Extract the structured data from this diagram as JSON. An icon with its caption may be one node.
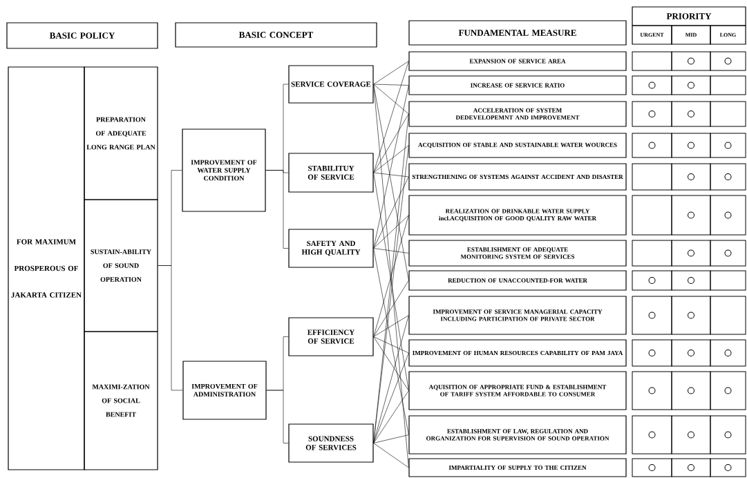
{
  "diagram": {
    "nodes": [
      {
        "text": [
          "BASIC POLICY"
        ]
      },
      {
        "text": [
          "BASIC CONCEPT"
        ]
      },
      {
        "text": [
          "FUNDAMENTAL MEASURE"
        ]
      },
      {
        "text": [
          "PRIORITY"
        ]
      },
      {
        "text": [
          "URGENT"
        ]
      },
      {
        "text": [
          "MID"
        ]
      },
      {
        "text": [
          "LONG"
        ]
      },
      {
        "text": [
          "FOR MAXIMUM PROSPEROUS OF JAKARTA CITIZEN"
        ]
      },
      {
        "text": [
          "PREPARATION OF ADEQUATE LONG RANGE PLAN"
        ]
      },
      {
        "text": [
          "SUSTAIN-ABILITY OF SOUND OPERATION"
        ]
      },
      {
        "text": [
          "MAXIMI-ZATION OF SOCIAL BENEFIT"
        ]
      },
      {
        "text": [
          "IMPROVEMENT OF WATER SUPPLY CONDITION"
        ]
      },
      {
        "text": [
          "IMPROVEMENT OF ADMINISTRATION"
        ]
      },
      {
        "text": [
          "SERVICE COVERAGE"
        ]
      },
      {
        "text": [
          "STABILITUY OF SERVICE"
        ]
      },
      {
        "text": [
          "SAFETY AND HIGH QUALITY"
        ]
      },
      {
        "text": [
          "EFFICIENCY OF SERVICE"
        ]
      },
      {
        "text": [
          "SOUNDNESS OF SERVICES"
        ]
      },
      {
        "text": [
          "EXPANSION OF SERVICE AREA"
        ]
      },
      {
        "text": [
          "INCREASE OF SERVICE RATIO"
        ]
      },
      {
        "text": [
          "ACCELERATION OF SYSTEM DEDEVELOPEMNT AND IMPROVEMENT"
        ]
      },
      {
        "text": [
          "ACQUISITION OF STABLE AND SUSTAINABLE WATER WOURCES"
        ]
      },
      {
        "text": [
          "STRENGTHENING OF SYSTEMS AGAINST ACCIDENT AND DISASTER"
        ]
      },
      {
        "text": [
          "REALIZATION OF DRINKABLE WATER SUPPLY incl.ACQUISITION OF GOOD QUALITY RAW WATER"
        ]
      },
      {
        "text": [
          "ESTABLISHMENT OF ADEQUATE MONITORING SYSTEM OF SERVICES"
        ]
      },
      {
        "text": [
          "REDUCTION OF UNACCOUNTED-FOR WATER"
        ]
      },
      {
        "text": [
          "IMPROVEMENT OF SERVICE MANAGERIAL CAPACITY INCLUDING PARTICIPATION OF PRIVATE SECTOR"
        ]
      },
      {
        "text": [
          "IMPROVEMENT OF HUMAN RESOURCES CAPABILITY OF PAM JAYA"
        ]
      },
      {
        "text": [
          "AQUISITION OF APPROPRIATE FUND & ESTABLISHMENT OF TARIFF SYSTEM AFFORDABLE TO CONSUMER"
        ]
      },
      {
        "text": [
          "ESTABLISHMENT OF LAW, REGULATION AND ORGANIZATION FOR SUPERVISION OF SOUND OPERATION"
        ]
      },
      {
        "text": [
          "IMPARTIALITY OF SUPPLY TO THE CITIZEN"
        ]
      },
      {
        "text": [],
        "shape": "circle"
      },
      {
        "text": [],
        "shape": "circle"
      },
      {
        "text": [],
        "shape": "circle"
      },
      {
        "text": [],
        "shape": "circle"
      },
      {
        "text": [],
        "shape": "circle"
      },
      {
        "text": [],
        "shape": "circle"
      },
      {
        "text": [],
        "shape": "circle"
      },
      {
        "text": [],
        "shape": "circle"
      },
      {
        "text": [],
        "shape": "circle"
      },
      {
        "text": [],
        "shape": "circle"
      },
      {
        "text": [],
        "shape": "circle"
      },
      {
        "text": [],
        "shape": "circle"
      },
      {
        "text": [],
        "shape": "circle"
      },
      {
        "text": [],
        "shape": "circle"
      },
      {
        "text": [],
        "shape": "circle"
      },
      {
        "text": [],
        "shape": "circle"
      },
      {
        "text": [],
        "shape": "circle"
      },
      {
        "text": [],
        "shape": "circle"
      },
      {
        "text": [],
        "shape": "circle"
      },
      {
        "text": [],
        "shape": "circle"
      },
      {
        "text": [],
        "shape": "circle"
      },
      {
        "text": [],
        "shape": "circle"
      },
      {
        "text": [],
        "shape": "circle"
      },
      {
        "text": [],
        "shape": "circle"
      },
      {
        "text": [],
        "shape": "circle"
      },
      {
        "text": [],
        "shape": "circle"
      },
      {
        "text": [],
        "shape": "circle"
      },
      {
        "text": [],
        "shape": "circle"
      },
      {
        "text": [],
        "shape": "circle"
      },
      {
        "text": [],
        "shape": "circle"
      },
      {
        "text": [],
        "shape": "circle"
      }
    ],
    "edges": [
      {
        "from": 9,
        "to": 11,
        "arrow": "none"
      },
      {
        "from": 9,
        "to": 12,
        "arrow": "none"
      },
      {
        "from": 11,
        "to": 13,
        "arrow": "none"
      },
      {
        "from": 11,
        "to": 14,
        "arrow": "none"
      },
      {
        "from": 11,
        "to": 15,
        "arrow": "none"
      },
      {
        "from": 12,
        "to": 16,
        "arrow": "none"
      },
      {
        "from": 12,
        "to": 17,
        "arrow": "none"
      },
      {
        "from": 13,
        "to": 18,
        "arrow": "none"
      },
      {
        "from": 13,
        "to": 19,
        "arrow": "none"
      },
      {
        "from": 13,
        "to": 20,
        "arrow": "none"
      },
      {
        "from": 13,
        "to": 25,
        "arrow": "none"
      },
      {
        "from": 13,
        "to": 30,
        "arrow": "none"
      },
      {
        "from": 14,
        "to": 18,
        "arrow": "none"
      },
      {
        "from": 14,
        "to": 20,
        "arrow": "none"
      },
      {
        "from": 14,
        "to": 21,
        "arrow": "none"
      },
      {
        "from": 14,
        "to": 22,
        "arrow": "none"
      },
      {
        "from": 14,
        "to": 28,
        "arrow": "none"
      },
      {
        "from": 15,
        "to": 19,
        "arrow": "none"
      },
      {
        "from": 15,
        "to": 22,
        "arrow": "none"
      },
      {
        "from": 15,
        "to": 23,
        "arrow": "none"
      },
      {
        "from": 15,
        "to": 24,
        "arrow": "none"
      },
      {
        "from": 15,
        "to": 29,
        "arrow": "none"
      },
      {
        "from": 16,
        "to": 23,
        "arrow": "none"
      },
      {
        "from": 16,
        "to": 25,
        "arrow": "none"
      },
      {
        "from": 16,
        "to": 26,
        "arrow": "none"
      },
      {
        "from": 16,
        "to": 27,
        "arrow": "none"
      },
      {
        "from": 16,
        "to": 28,
        "arrow": "none"
      },
      {
        "from": 17,
        "to": 20,
        "arrow": "none"
      },
      {
        "from": 17,
        "to": 21,
        "arrow": "none"
      },
      {
        "from": 17,
        "to": 26,
        "arrow": "none"
      },
      {
        "from": 17,
        "to": 27,
        "arrow": "none"
      },
      {
        "from": 17,
        "to": 28,
        "arrow": "none"
      },
      {
        "from": 17,
        "to": 29,
        "arrow": "none"
      },
      {
        "from": 17,
        "to": 30,
        "arrow": "none"
      }
    ]
  }
}
